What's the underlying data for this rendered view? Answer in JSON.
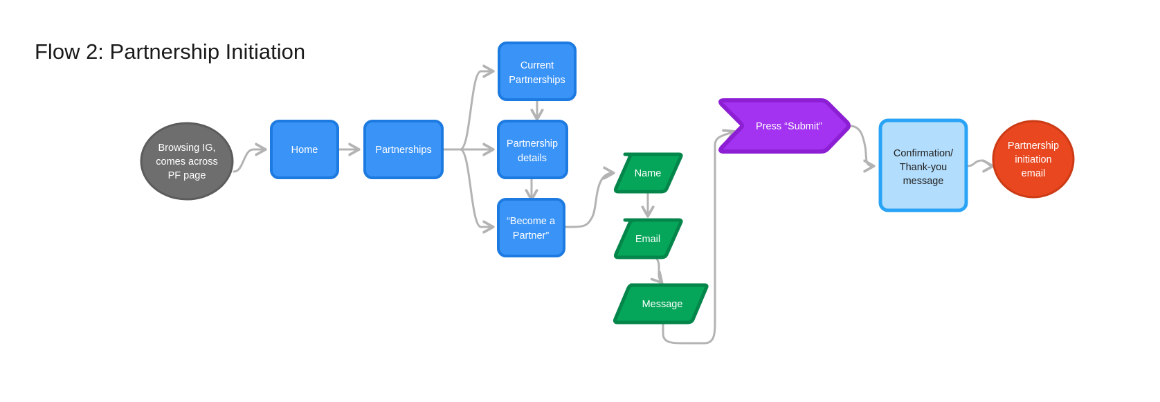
{
  "title": "Flow 2: Partnership Initiation",
  "colors": {
    "gray_node": "#6e6e6e",
    "gray_node_border": "#5c5c5c",
    "blue_node": "#3a93f7",
    "blue_node_border": "#1d7ae0",
    "green_node": "#06a65a",
    "green_node_border": "#04854a",
    "purple_node": "#a333f0",
    "purple_node_border": "#8c1fd4",
    "lightblue_node": "#b3ddfc",
    "lightblue_node_border": "#29a3f5",
    "red_node": "#e8471f",
    "red_node_border": "#cc3b16",
    "edge": "#b3b3b3",
    "title_text": "#1a1a1a",
    "light_text": "#ffffff",
    "dark_text": "#212121"
  },
  "nodes": {
    "start": {
      "id": "browsing-ig",
      "shape": "circle",
      "lines": [
        "Browsing IG,",
        "comes across",
        "PF page"
      ]
    },
    "home": {
      "id": "home",
      "shape": "rounded-rect",
      "lines": [
        "Home"
      ]
    },
    "partnerships": {
      "id": "partnerships",
      "shape": "rounded-rect",
      "lines": [
        "Partnerships"
      ]
    },
    "current_partnerships": {
      "id": "current-partnerships",
      "shape": "rounded-rect",
      "lines": [
        "Current",
        "Partnerships"
      ]
    },
    "partnership_details": {
      "id": "partnership-details",
      "shape": "rounded-rect",
      "lines": [
        "Partnership",
        "details"
      ]
    },
    "become_partner": {
      "id": "become-a-partner",
      "shape": "rounded-rect",
      "lines": [
        "“Become a",
        "Partner”"
      ]
    },
    "name": {
      "id": "name-field",
      "shape": "parallelogram",
      "lines": [
        "Name"
      ]
    },
    "email": {
      "id": "email-field",
      "shape": "parallelogram",
      "lines": [
        "Email"
      ]
    },
    "message": {
      "id": "message-field",
      "shape": "parallelogram",
      "lines": [
        "Message"
      ]
    },
    "submit": {
      "id": "press-submit",
      "shape": "chevron",
      "lines": [
        "Press “Submit”"
      ]
    },
    "confirmation": {
      "id": "confirmation-message",
      "shape": "rounded-rect",
      "lines": [
        "Confirmation/",
        "Thank-you",
        "message"
      ]
    },
    "email_out": {
      "id": "partnership-initiation-email",
      "shape": "circle",
      "lines": [
        "Partnership",
        "initiation",
        "email"
      ]
    }
  }
}
